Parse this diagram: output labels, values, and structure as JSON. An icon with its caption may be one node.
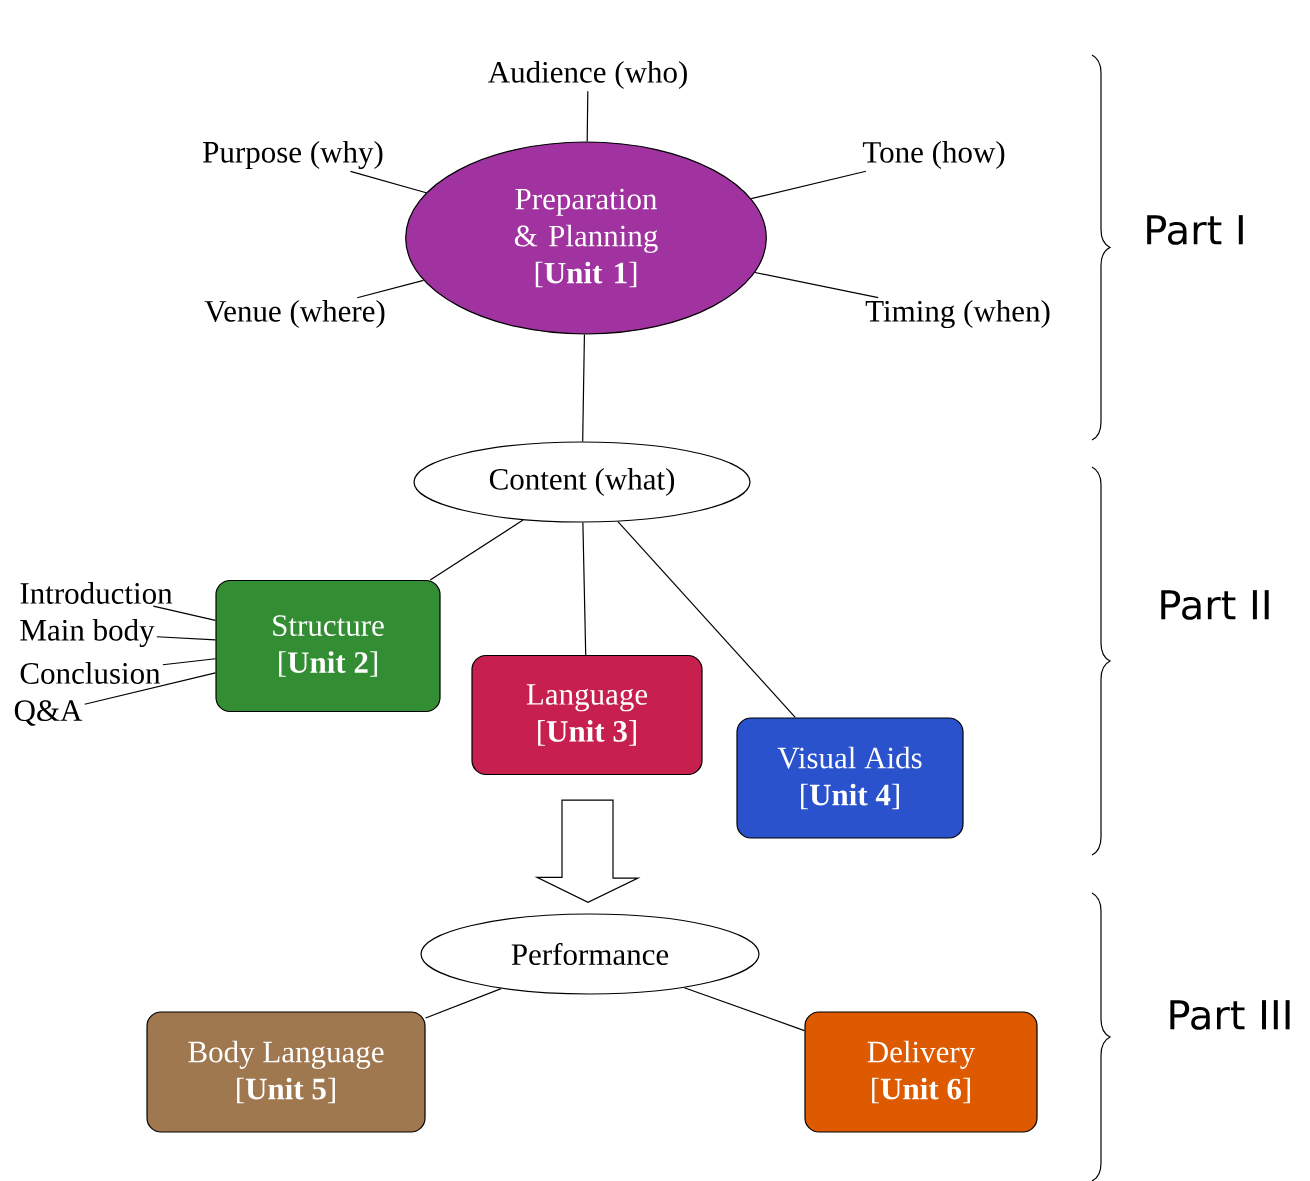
{
  "diagram": {
    "nodes": [
      {
        "text": [
          "Audience (who)"
        ]
      },
      {
        "text": [
          "Purpose (why)"
        ]
      },
      {
        "text": [
          "Tone (how)"
        ]
      },
      {
        "text": [
          "Preparation & Planning",
          "[**Unit 1**]"
        ]
      },
      {
        "text": [
          "Venue (where)"
        ]
      },
      {
        "text": [
          "Timing (when)"
        ]
      },
      {
        "text": [
          "Content (what)"
        ]
      },
      {
        "text": [
          "Introduction"
        ]
      },
      {
        "text": [
          "Main body"
        ]
      },
      {
        "text": [
          "Conclusion"
        ]
      },
      {
        "text": [
          "Q&A"
        ]
      },
      {
        "text": [
          "Structure",
          "[**Unit 2**]"
        ]
      },
      {
        "text": [
          "Language",
          "[**Unit 3**]"
        ]
      },
      {
        "text": [
          "Visual Aids",
          "[**Unit 4**]"
        ]
      },
      {
        "text": [
          "Performance"
        ]
      },
      {
        "text": [
          "Body Language",
          "[**Unit 5**]"
        ]
      },
      {
        "text": [
          "Delivery",
          "[**Unit 6**]"
        ]
      }
    ],
    "edges": [
      {
        "from": 3,
        "to": 0,
        "arrow": "none"
      },
      {
        "from": 3,
        "to": 1,
        "arrow": "none"
      },
      {
        "from": 3,
        "to": 2,
        "arrow": "none"
      },
      {
        "from": 3,
        "to": 4,
        "arrow": "none"
      },
      {
        "from": 3,
        "to": 5,
        "arrow": "none"
      },
      {
        "from": 3,
        "to": 6,
        "arrow": "none"
      },
      {
        "from": 6,
        "to": 11,
        "arrow": "none"
      },
      {
        "from": 6,
        "to": 12,
        "arrow": "none"
      },
      {
        "from": 6,
        "to": 13,
        "arrow": "none"
      },
      {
        "from": 7,
        "to": 11,
        "arrow": "none"
      },
      {
        "from": 8,
        "to": 11,
        "arrow": "none"
      },
      {
        "from": 9,
        "to": 11,
        "arrow": "none"
      },
      {
        "from": 10,
        "to": 11,
        "arrow": "none"
      },
      {
        "from": 12,
        "to": 14,
        "arrow": "to"
      },
      {
        "from": 14,
        "to": 15,
        "arrow": "none"
      },
      {
        "from": 14,
        "to": 16,
        "arrow": "none"
      }
    ],
    "labels": [
      "Part I",
      "Part II",
      "Part III"
    ]
  }
}
